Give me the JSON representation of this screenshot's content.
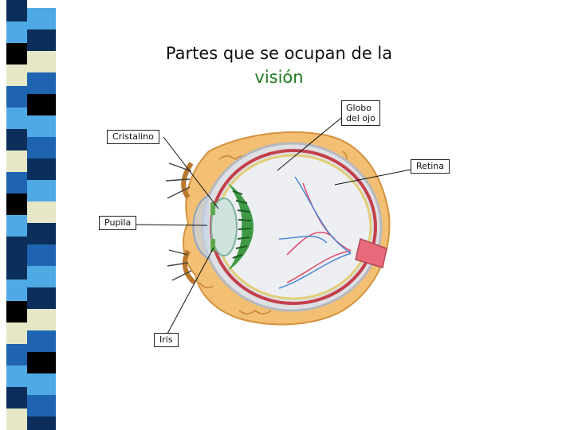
{
  "slide": {
    "title_line1": "Partes que se ocupan de la",
    "title_line2": "visión"
  },
  "labels": {
    "globo_line1": "Globo",
    "globo_line2": "del ojo",
    "cristalino": "Cristalino",
    "retina": "Retina",
    "pupila": "Pupila",
    "iris": "Iris"
  },
  "colors": {
    "title_accent": "#1e7a1e",
    "stripe_dark": "#0b2f5a",
    "stripe_mid": "#1f64b0",
    "stripe_light": "#4fa9e4",
    "stripe_pale": "#e6e7c7",
    "stripe_black": "#000000"
  }
}
